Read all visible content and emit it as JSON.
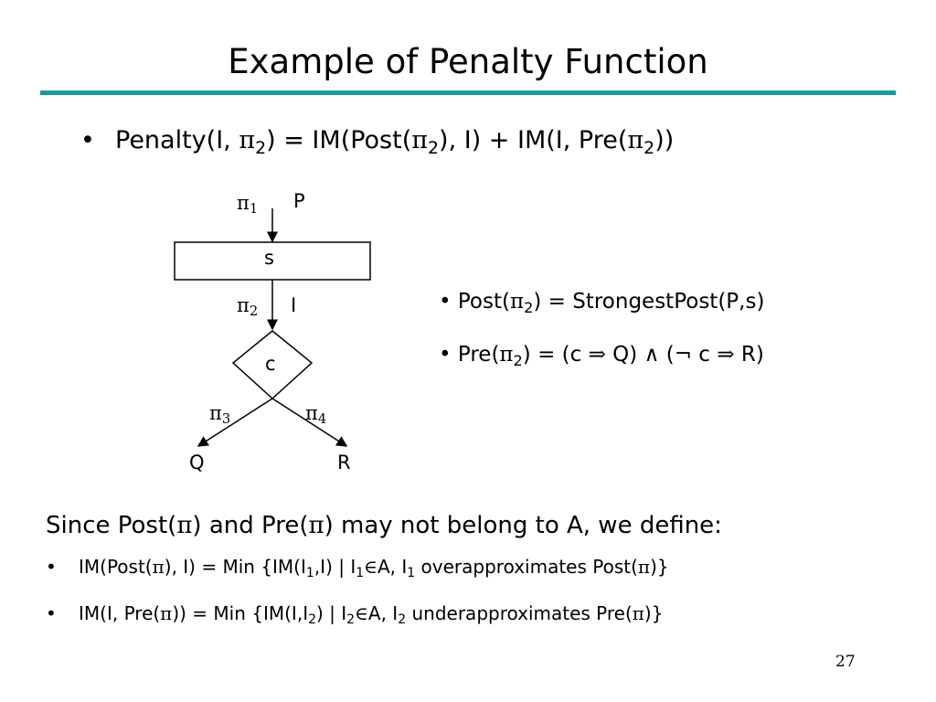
{
  "slide": {
    "title": "Example of Penalty Function",
    "accent_color": "#1a9a9a",
    "page_number": "27"
  },
  "main_bullet": {
    "marker": "•",
    "parts": [
      "Penalty(I, ",
      "π",
      "2",
      ") = IM(Post(",
      "π",
      "2",
      "), I) + IM(I, Pre(",
      "π",
      "2",
      "))"
    ]
  },
  "diagram": {
    "pi1": "π",
    "pi1_sub": "1",
    "p_label": "P",
    "statement": "s",
    "pi2": "π",
    "pi2_sub": "2",
    "i_label": "I",
    "condition": "c",
    "pi3": "π",
    "pi3_sub": "3",
    "pi4": "π",
    "pi4_sub": "4",
    "q_label": "Q",
    "r_label": "R"
  },
  "side_bullets": [
    {
      "parts": [
        "• Post(",
        "π",
        "2",
        ") = StrongestPost(P,s)"
      ]
    },
    {
      "parts": [
        "• Pre(",
        "π",
        "2",
        ") = (c ",
        "⇒",
        " Q) ",
        "∧",
        " (",
        "¬",
        " c ",
        "⇒",
        " R)"
      ]
    }
  ],
  "since_line": {
    "parts": [
      "Since Post(",
      "π",
      ") and Pre(",
      "π",
      ") may not belong to A, we define:"
    ]
  },
  "definitions": [
    {
      "marker": "•",
      "parts": [
        "IM(Post(",
        "π",
        "), I) = Min {IM(I",
        "1",
        ",I) | I",
        "1",
        "∈",
        "A, I",
        "1",
        " overapproximates Post(",
        "π",
        ")}"
      ]
    },
    {
      "marker": "•",
      "parts": [
        "IM(I, Pre(",
        "π",
        ")) = Min {IM(I,I",
        "2",
        ") | I",
        "2",
        "∈",
        "A, I",
        "2",
        " underapproximates Pre(",
        "π",
        ")}"
      ]
    }
  ]
}
